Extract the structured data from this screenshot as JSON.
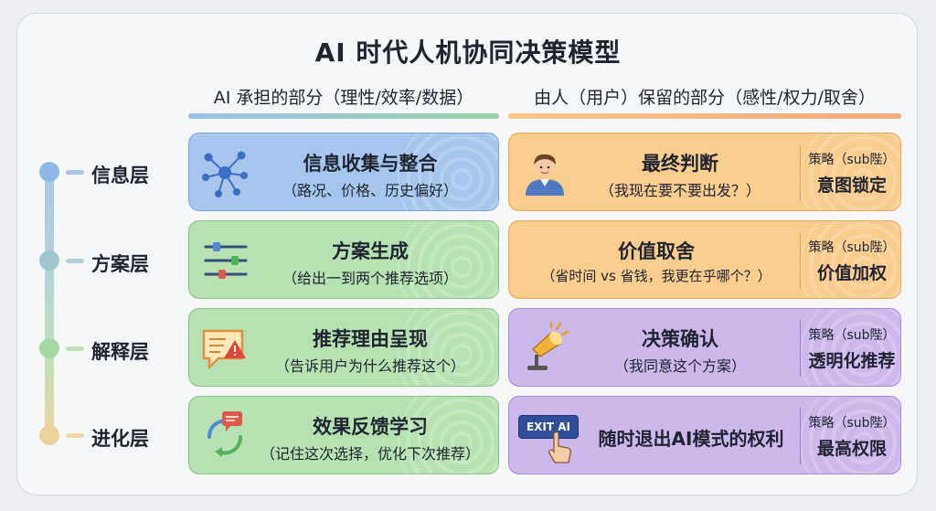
{
  "title": "AI 时代人机协同决策模型",
  "columns": {
    "left": "AI 承担的部分（理性/效率/数据）",
    "right": "由人（用户）保留的部分（感性/权力/取舍）"
  },
  "layers": [
    {
      "label": "信息层",
      "ai": {
        "title": "信息收集与整合",
        "subtitle": "（路况、价格、历史偏好）",
        "icon": "network-icon"
      },
      "human": {
        "title": "最终判断",
        "subtitle": "（我现在要不要出发？）",
        "icon": "person-icon",
        "strategy_label": "策略（sub陛）",
        "strategy_value": "意图锁定"
      }
    },
    {
      "label": "方案层",
      "ai": {
        "title": "方案生成",
        "subtitle": "（给出一到两个推荐选项）",
        "icon": "sliders-icon"
      },
      "human": {
        "title": "价值取舍",
        "subtitle": "（省时间 vs 省钱，我更在乎哪个？）",
        "icon": "",
        "strategy_label": "策略（sub陛）",
        "strategy_value": "价值加权"
      }
    },
    {
      "label": "解释层",
      "ai": {
        "title": "推荐理由呈现",
        "subtitle": "（告诉用户为什么推荐这个）",
        "icon": "warning-message-icon"
      },
      "human": {
        "title": "决策确认",
        "subtitle": "（我同意这个方案）",
        "icon": "spotlight-icon",
        "strategy_label": "策略（sub陛）",
        "strategy_value": "透明化推荐"
      }
    },
    {
      "label": "进化层",
      "ai": {
        "title": "效果反馈学习",
        "subtitle": "（记住这次选择，优化下次推荐）",
        "icon": "feedback-loop-icon"
      },
      "human": {
        "title": "随时退出AI模式的权利",
        "subtitle": "",
        "icon": "exit-ai-button-icon",
        "exit_button_text": "EXIT AI",
        "strategy_label": "策略（sub陛）",
        "strategy_value": "最高权限"
      }
    }
  ],
  "colors": {
    "blue_card": "#a7c6ee",
    "green_card": "#b7e0b3",
    "orange_card": "#f9cd8d",
    "purple_card": "#cdb8ec",
    "left_bar": "#9cd3a8",
    "right_bar": "#f5b47e"
  }
}
